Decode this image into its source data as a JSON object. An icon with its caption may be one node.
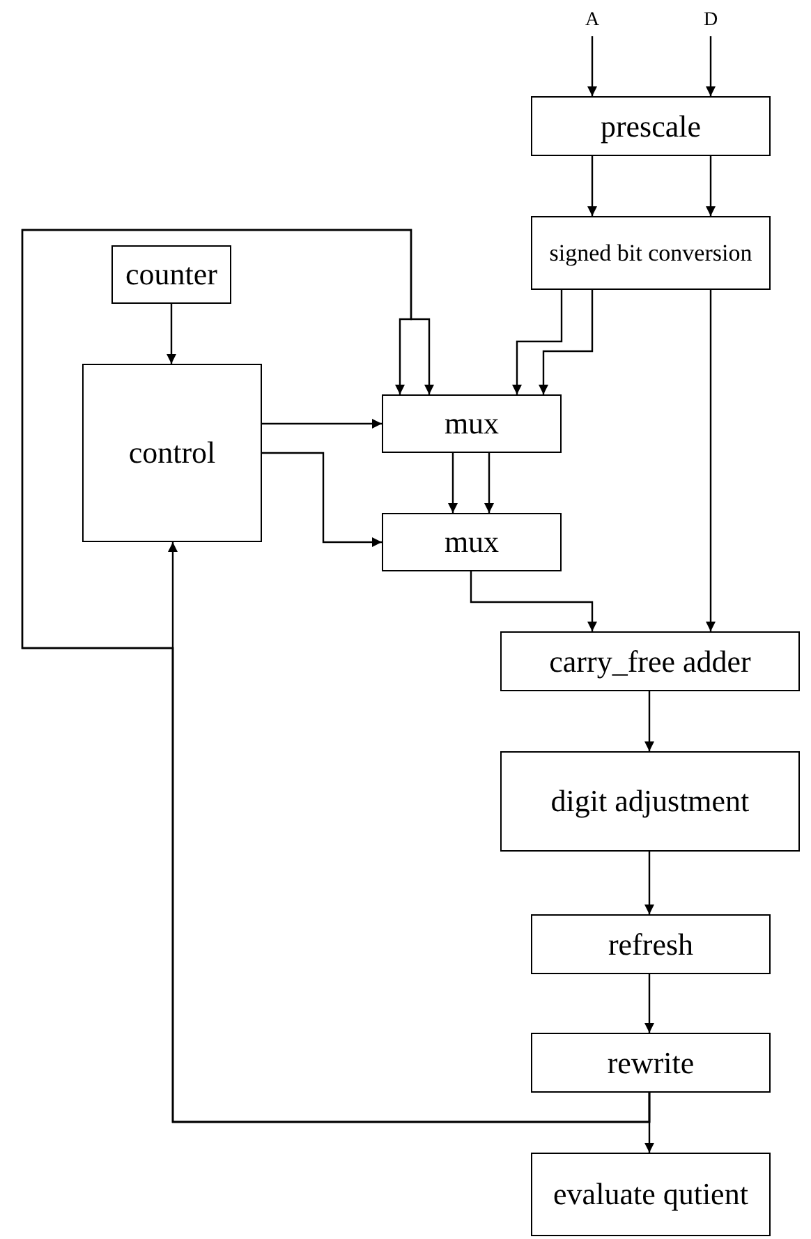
{
  "diagram": {
    "nodes": [
      {
        "text": [
          "A"
        ]
      },
      {
        "text": [
          "D"
        ]
      },
      {
        "text": [
          "prescale"
        ]
      },
      {
        "text": [
          "signed bit conversion"
        ]
      },
      {
        "text": [
          "counter"
        ]
      },
      {
        "text": [
          "control"
        ]
      },
      {
        "text": [
          "mux"
        ]
      },
      {
        "text": [
          "mux"
        ]
      },
      {
        "text": [
          "carry_free adder"
        ]
      },
      {
        "text": [
          "digit adjustment"
        ]
      },
      {
        "text": [
          "refresh"
        ]
      },
      {
        "text": [
          "rewrite"
        ]
      },
      {
        "text": [
          "evaluate qutient"
        ]
      }
    ],
    "edges": [
      {
        "from": 0,
        "to": 2,
        "arrow": "to"
      },
      {
        "from": 1,
        "to": 2,
        "arrow": "to"
      },
      {
        "from": 2,
        "to": 3,
        "arrow": "to"
      },
      {
        "from": 2,
        "to": 3,
        "arrow": "to"
      },
      {
        "from": 4,
        "to": 5,
        "arrow": "to"
      },
      {
        "from": 3,
        "to": 6,
        "arrow": "to"
      },
      {
        "from": 3,
        "to": 6,
        "arrow": "to"
      },
      {
        "from": 3,
        "to": 8,
        "arrow": "to"
      },
      {
        "from": 5,
        "to": 6,
        "arrow": "to"
      },
      {
        "from": 5,
        "to": 7,
        "arrow": "to"
      },
      {
        "from": 6,
        "to": 7,
        "arrow": "to"
      },
      {
        "from": 6,
        "to": 7,
        "arrow": "to"
      },
      {
        "from": 7,
        "to": 8,
        "arrow": "to"
      },
      {
        "from": 8,
        "to": 9,
        "arrow": "to"
      },
      {
        "from": 9,
        "to": 10,
        "arrow": "to"
      },
      {
        "from": 10,
        "to": 11,
        "arrow": "to"
      },
      {
        "from": 11,
        "to": 12,
        "arrow": "to"
      },
      {
        "from": 11,
        "to": 5,
        "arrow": "to"
      },
      {
        "from": 11,
        "to": 6,
        "arrow": "to"
      },
      {
        "from": 11,
        "to": 6,
        "arrow": "to"
      }
    ]
  }
}
